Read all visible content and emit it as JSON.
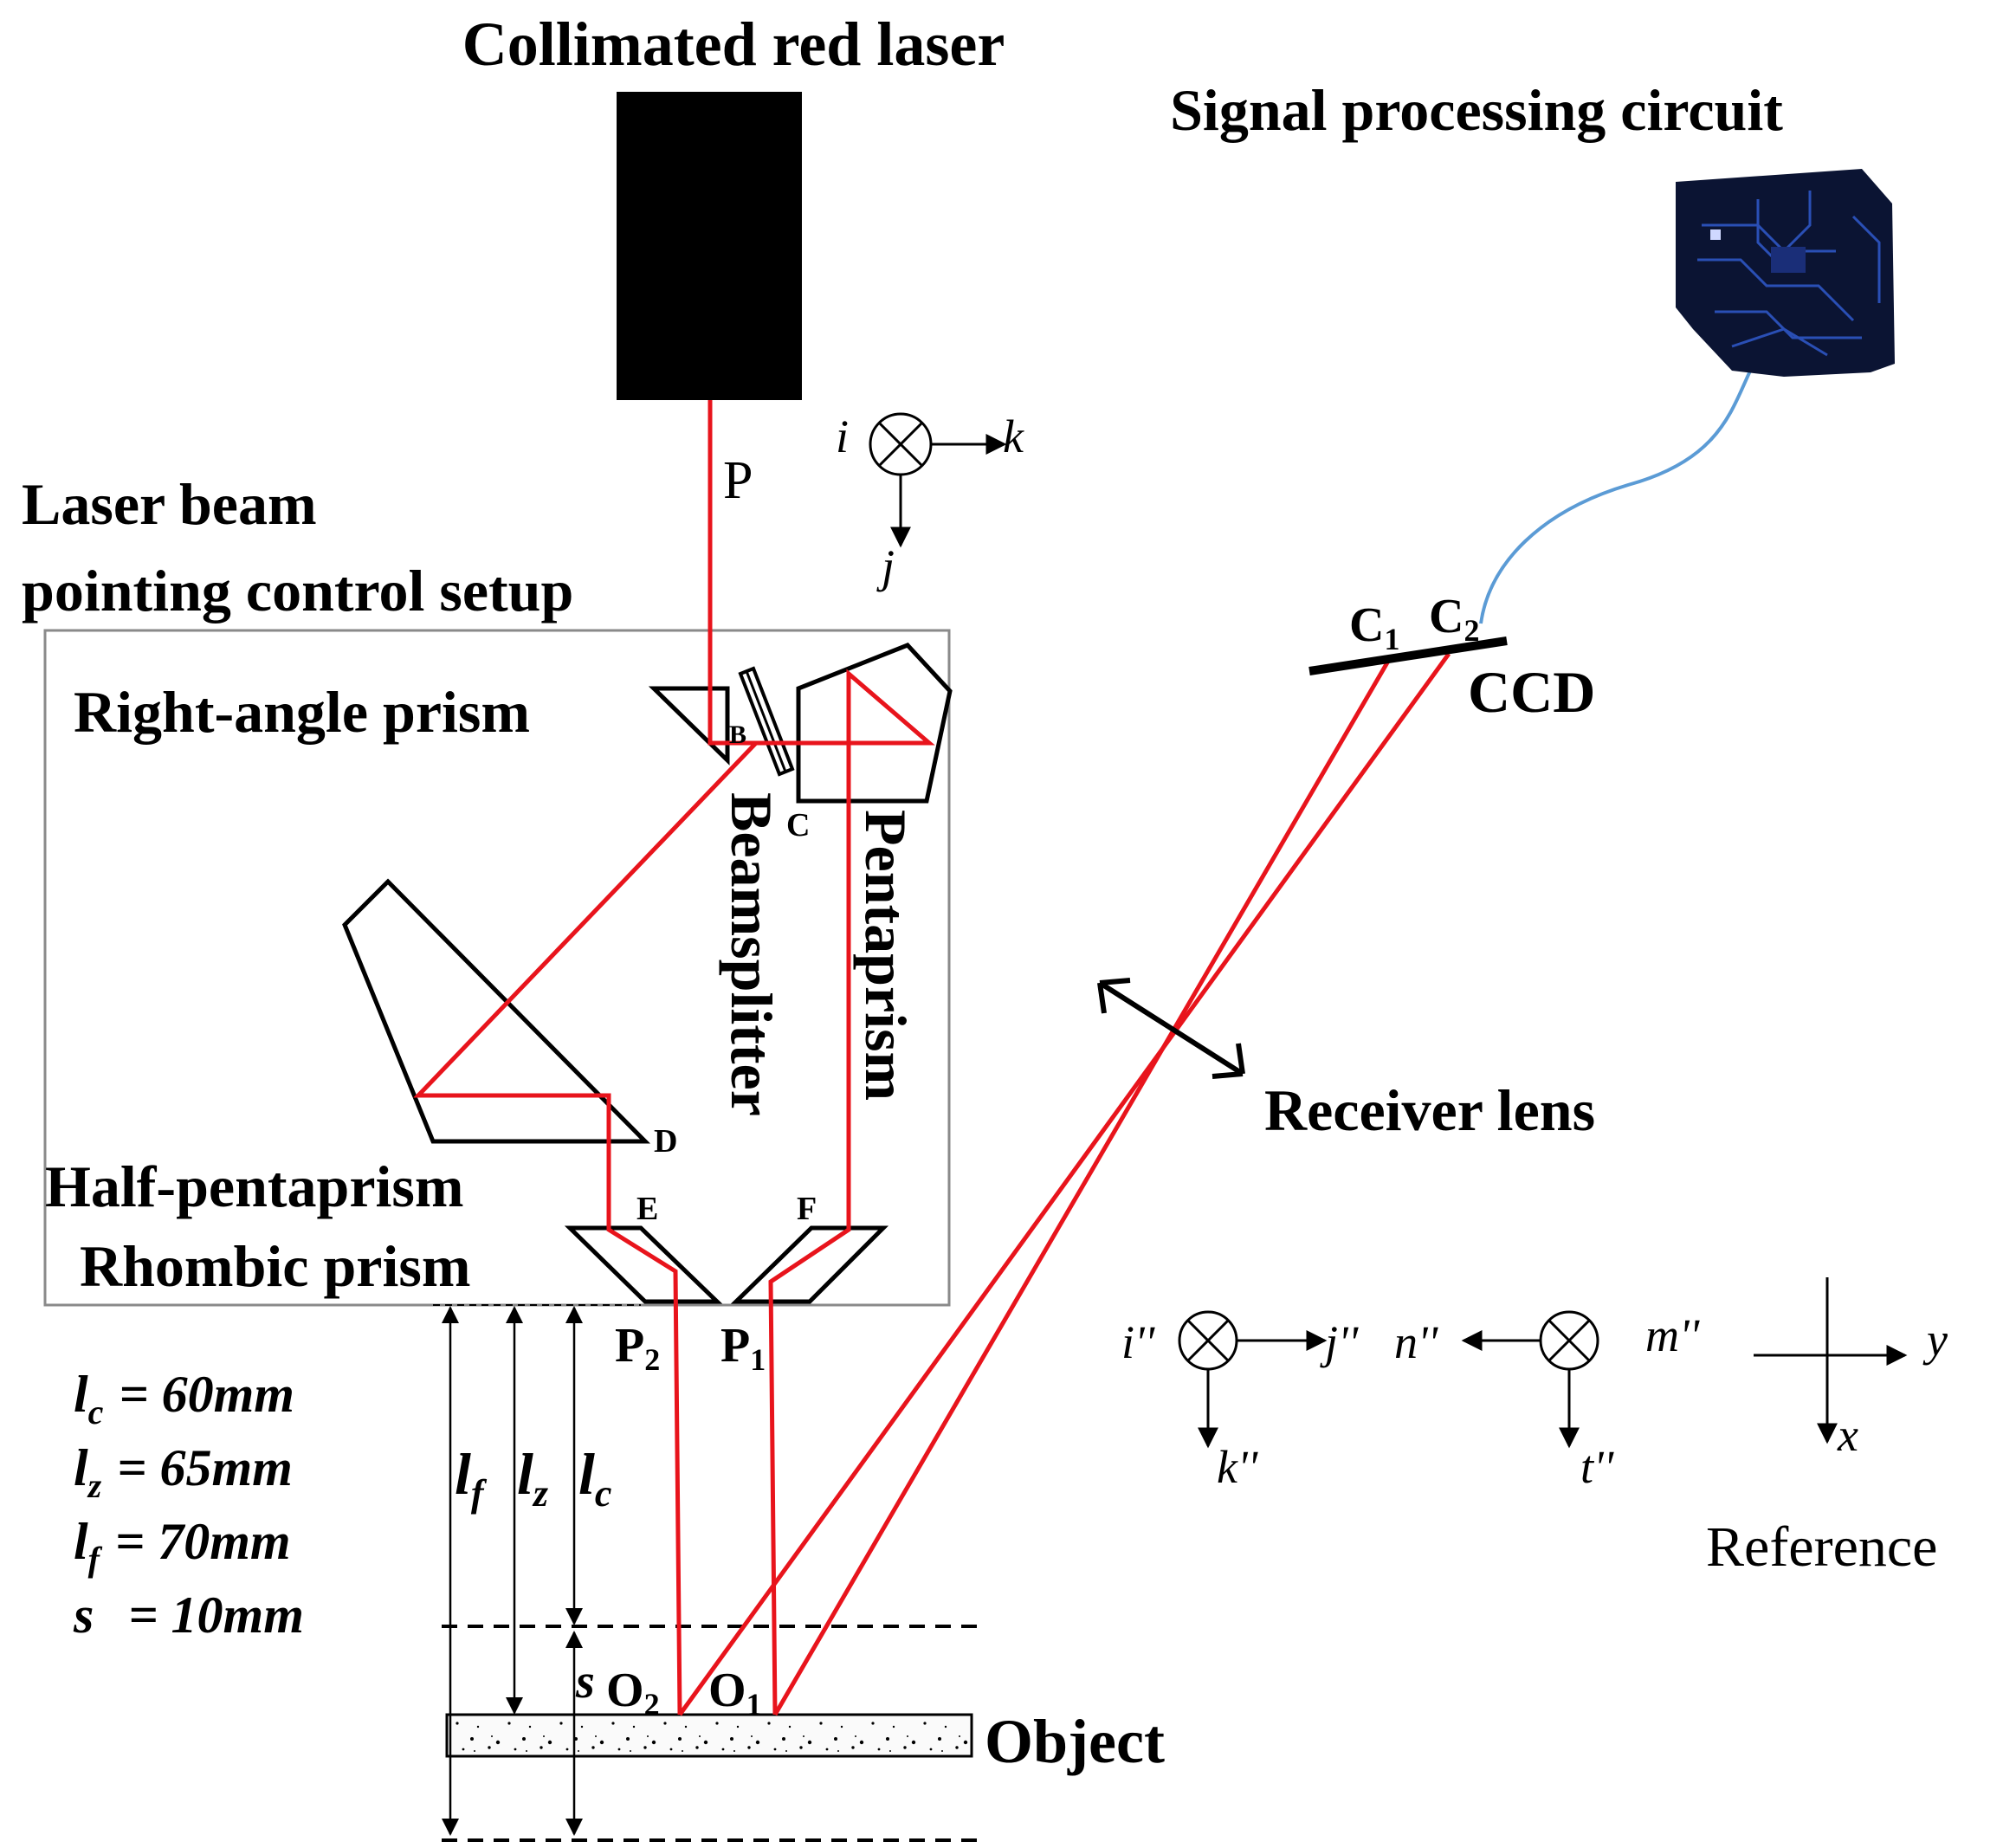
{
  "colors": {
    "beam": "#e8141c",
    "outline": "#000000",
    "box": "#8a8a8a",
    "cable": "#5b9bd5",
    "pcb": "#0b1433"
  },
  "labels": {
    "laser": "Collimated red laser",
    "signal_circuit": "Signal processing circuit",
    "setup_line1": "Laser beam",
    "setup_line2": "pointing control setup",
    "right_angle_prism": "Right-angle prism",
    "beamsplitter": "Beamsplitter",
    "pentaprism": "Pentaprism",
    "half_pentaprism": "Half-pentaprism",
    "rhombic_prism": "Rhombic prism",
    "receiver_lens": "Receiver lens",
    "ccd": "CCD",
    "object": "Object",
    "reference": "Reference"
  },
  "points": {
    "P": "P",
    "B": "B",
    "C": "C",
    "D": "D",
    "E": "E",
    "F": "F",
    "P2": "P",
    "P2_sub": "2",
    "P1": "P",
    "P1_sub": "1",
    "O2": "O",
    "O2_sub": "2",
    "O1": "O",
    "O1_sub": "1",
    "C1": "C",
    "C1_sub": "1",
    "C2": "C",
    "C2_sub": "2"
  },
  "axes": {
    "top": {
      "i": "i",
      "k": "k",
      "j": "j"
    },
    "ccd_frame": {
      "i": "i''",
      "j": "j''",
      "k": "k''"
    },
    "object_frame": {
      "m": "m''",
      "n": "n''",
      "t": "t''"
    },
    "reference": {
      "y": "y",
      "x": "x"
    }
  },
  "dimensions": {
    "lc": {
      "sym": "l",
      "sub": "c",
      "value": "= 60mm"
    },
    "lz": {
      "sym": "l",
      "sub": "z",
      "value": "= 65mm"
    },
    "lf": {
      "sym": "l",
      "sub": "f",
      "value": "= 70mm"
    },
    "s": {
      "sym": "s",
      "value": "= 10mm"
    },
    "marker_lf": {
      "sym": "l",
      "sub": "f"
    },
    "marker_lz": {
      "sym": "l",
      "sub": "z"
    },
    "marker_lc": {
      "sym": "l",
      "sub": "c"
    },
    "marker_s": "s"
  }
}
